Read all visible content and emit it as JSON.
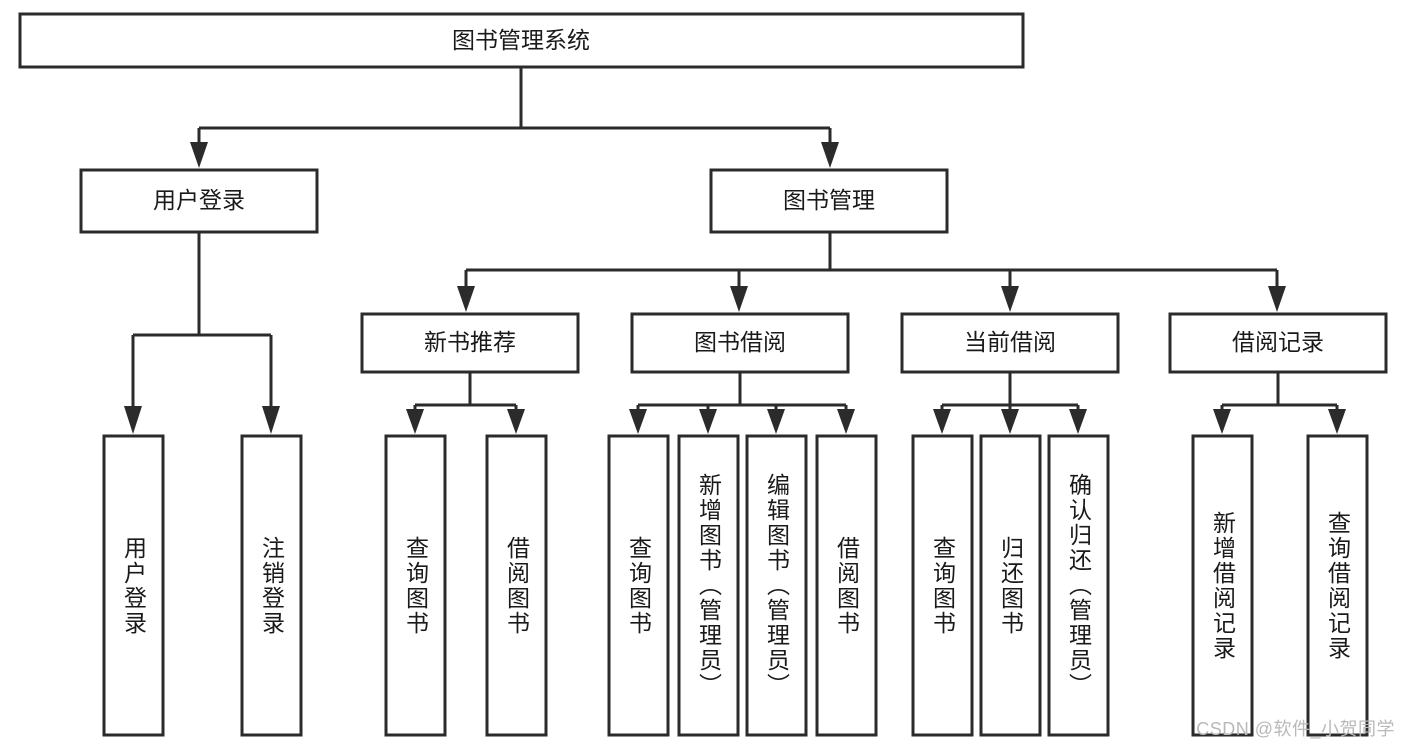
{
  "diagram": {
    "type": "tree",
    "orientation": "top-down",
    "title": "图书管理系统",
    "colors": {
      "box_fill": "#ffffff",
      "box_stroke": "#2b2b2b",
      "connector": "#2b2b2b",
      "text": "#1a1a1a",
      "watermark": "#b9b9b9",
      "background": "#ffffff"
    },
    "root": {
      "id": "root",
      "label": "图书管理系统",
      "orientation": "horizontal"
    },
    "level1": [
      {
        "id": "user-login",
        "label": "用户登录",
        "orientation": "horizontal"
      },
      {
        "id": "book-management",
        "label": "图书管理",
        "orientation": "horizontal"
      }
    ],
    "level2": [
      {
        "id": "new-book-recommend",
        "label": "新书推荐",
        "parent": "book-management",
        "orientation": "horizontal"
      },
      {
        "id": "book-borrow",
        "label": "图书借阅",
        "parent": "book-management",
        "orientation": "horizontal"
      },
      {
        "id": "current-borrow",
        "label": "当前借阅",
        "parent": "book-management",
        "orientation": "horizontal"
      },
      {
        "id": "borrow-record",
        "label": "借阅记录",
        "parent": "book-management",
        "orientation": "horizontal"
      }
    ],
    "leaves": [
      {
        "id": "leaf-user-login",
        "label": "用户登录",
        "parent": "user-login",
        "orientation": "vertical"
      },
      {
        "id": "leaf-user-logout",
        "label": "注销登录",
        "parent": "user-login",
        "orientation": "vertical"
      },
      {
        "id": "leaf-query-book-1",
        "label": "查询图书",
        "parent": "new-book-recommend",
        "orientation": "vertical"
      },
      {
        "id": "leaf-borrow-book-1",
        "label": "借阅图书",
        "parent": "new-book-recommend",
        "orientation": "vertical"
      },
      {
        "id": "leaf-query-book-2",
        "label": "查询图书",
        "parent": "book-borrow",
        "orientation": "vertical"
      },
      {
        "id": "leaf-add-book",
        "label": "新增图书（管理员）",
        "parent": "book-borrow",
        "orientation": "vertical"
      },
      {
        "id": "leaf-edit-book",
        "label": "编辑图书（管理员）",
        "parent": "book-borrow",
        "orientation": "vertical"
      },
      {
        "id": "leaf-borrow-book-2",
        "label": "借阅图书",
        "parent": "book-borrow",
        "orientation": "vertical"
      },
      {
        "id": "leaf-query-book-3",
        "label": "查询图书",
        "parent": "current-borrow",
        "orientation": "vertical"
      },
      {
        "id": "leaf-return-book",
        "label": "归还图书",
        "parent": "current-borrow",
        "orientation": "vertical"
      },
      {
        "id": "leaf-confirm-return",
        "label": "确认归还（管理员）",
        "parent": "current-borrow",
        "orientation": "vertical"
      },
      {
        "id": "leaf-add-record",
        "label": "新增借阅记录",
        "parent": "borrow-record",
        "orientation": "vertical"
      },
      {
        "id": "leaf-query-record",
        "label": "查询借阅记录",
        "parent": "borrow-record",
        "orientation": "vertical"
      }
    ]
  },
  "watermark": {
    "text": "CSDN @软件_小贺同学"
  }
}
